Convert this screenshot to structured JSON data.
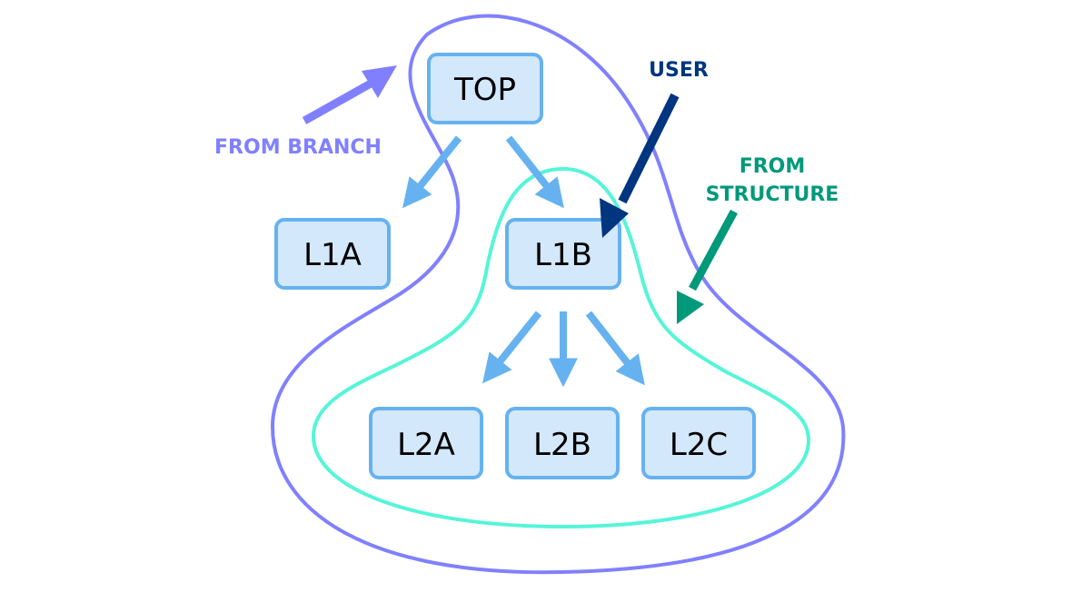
{
  "colors": {
    "branch": "#8080ff",
    "structure": "#55f5d8",
    "user": "#003580",
    "structure_arrow": "#00997a",
    "edge": "#66b2f0",
    "node_fill": "#d3e8fb",
    "node_stroke": "#66b2f0"
  },
  "nodes": {
    "top": "TOP",
    "l1a": "L1A",
    "l1b": "L1B",
    "l2a": "L2A",
    "l2b": "L2B",
    "l2c": "L2C"
  },
  "labels": {
    "from_branch": "FROM BRANCH",
    "user": "USER",
    "from_structure_line1": "FROM",
    "from_structure_line2": "STRUCTURE"
  }
}
